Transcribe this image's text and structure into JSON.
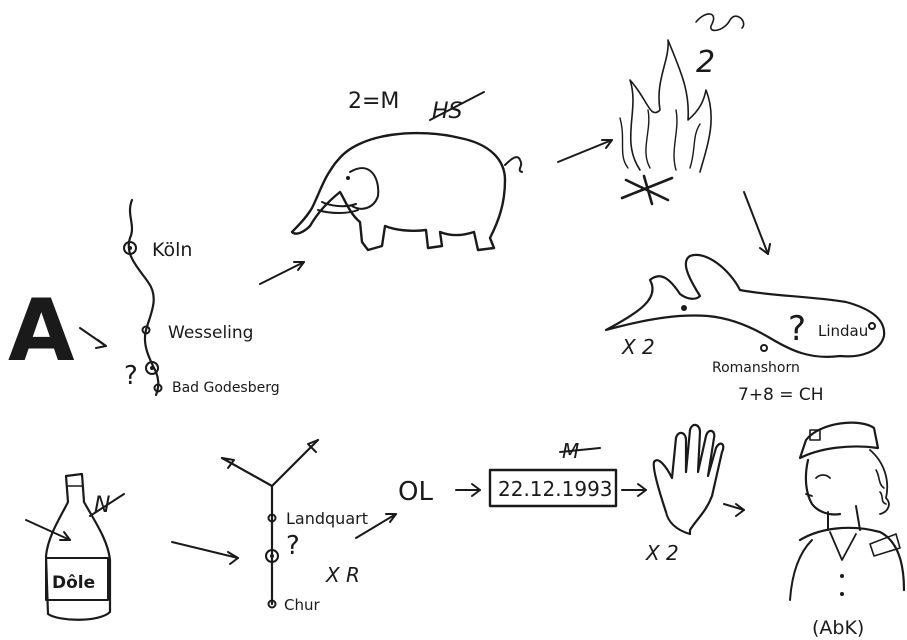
{
  "start": {
    "letter": "A"
  },
  "map_top": {
    "places": [
      "Köln",
      "Wesseling",
      "Bad Godesberg"
    ],
    "question": "?"
  },
  "elephant": {
    "formula": "2=M",
    "struck": "HS"
  },
  "fire": {
    "mark": "2"
  },
  "lake": {
    "places": [
      "Lindau",
      "Romanshorn"
    ],
    "question": "?",
    "formula": "7+8 = CH",
    "marks": "X 2"
  },
  "bottle": {
    "label": "Dôle",
    "struck": "N"
  },
  "map_bottom": {
    "places": [
      "Landquart",
      "Chur"
    ],
    "question": "?",
    "marks": "X R"
  },
  "chain": {
    "ol": "OL",
    "date": "22.12.1993",
    "struck": "M",
    "hand_marks": "X 2"
  },
  "figure": {
    "caption": "(AbK)"
  }
}
